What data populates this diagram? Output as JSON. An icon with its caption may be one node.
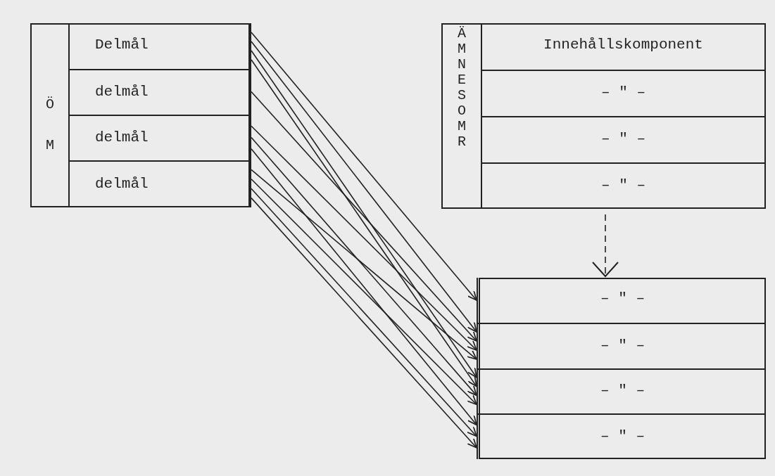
{
  "diagram": {
    "nodes": [
      {
        "text": [
          "Ö M"
        ]
      },
      {
        "text": [
          "Delmål"
        ],
        "in": 0
      },
      {
        "text": [
          "delmål"
        ],
        "in": 0
      },
      {
        "text": [
          "delmål"
        ],
        "in": 0
      },
      {
        "text": [
          "delmål"
        ],
        "in": 0
      },
      {
        "text": [
          "ÄMNESOMR"
        ]
      },
      {
        "text": [
          "Innehållskomponent"
        ],
        "in": 5
      },
      {
        "text": [
          "– \" –"
        ],
        "in": 5
      },
      {
        "text": [
          "– \" –"
        ],
        "in": 5
      },
      {
        "text": [
          "– \" –"
        ],
        "in": 5
      },
      {
        "text": [],
        "shape": "box"
      },
      {
        "text": [
          "– \" –"
        ],
        "in": 10
      },
      {
        "text": [
          "– \" –"
        ],
        "in": 10
      },
      {
        "text": [
          "– \" –"
        ],
        "in": 10
      },
      {
        "text": [
          "– \" –"
        ],
        "in": 10
      }
    ],
    "edges": [
      {
        "from": 5,
        "to": 10,
        "arrow": "to",
        "style": "dashed"
      },
      {
        "from": 1,
        "to": 11,
        "arrow": "to"
      },
      {
        "from": 1,
        "to": 12,
        "arrow": "to"
      },
      {
        "from": 1,
        "to": 13,
        "arrow": "to"
      },
      {
        "from": 1,
        "to": 13,
        "arrow": "to"
      },
      {
        "from": 2,
        "to": 12,
        "arrow": "to"
      },
      {
        "from": 3,
        "to": 12,
        "arrow": "to"
      },
      {
        "from": 3,
        "to": 13,
        "arrow": "to"
      },
      {
        "from": 3,
        "to": 14,
        "arrow": "to"
      },
      {
        "from": 4,
        "to": 12,
        "arrow": "to"
      },
      {
        "from": 4,
        "to": 13,
        "arrow": "to"
      },
      {
        "from": 4,
        "to": 14,
        "arrow": "to"
      },
      {
        "from": 4,
        "to": 14,
        "arrow": "to"
      }
    ]
  }
}
